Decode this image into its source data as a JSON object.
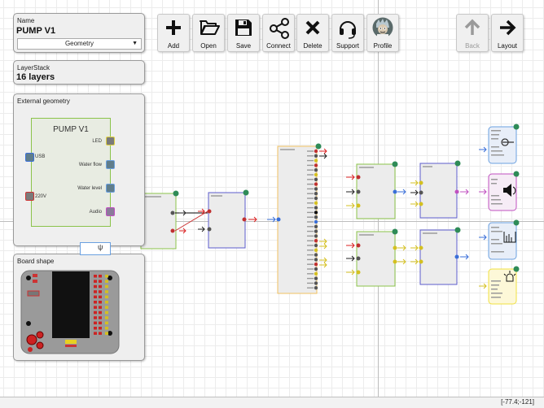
{
  "name_panel": {
    "label": "Name",
    "value": "PUMP V1",
    "geometry_option": "Geometry"
  },
  "layerstack_panel": {
    "label": "LayerStack",
    "value": "16 layers"
  },
  "external_geometry": {
    "label": "External geometry",
    "device_title": "PUMP V1",
    "pins": {
      "usb": "USB",
      "v220": "220V",
      "led": "LED",
      "water_flow": "Water flow",
      "water_level": "Water level",
      "audio": "Audio"
    }
  },
  "board_shape": {
    "label": "Board shape"
  },
  "toolbar": {
    "add": "Add",
    "open": "Open",
    "save": "Save",
    "connect": "Connect",
    "delete": "Delete",
    "support": "Support",
    "profile": "Profile",
    "back": "Back",
    "layout": "Layout"
  },
  "status": {
    "coordinates": "[-77.4;-121]"
  },
  "colors": {
    "accent_green": "#2e8b57",
    "node_green": "#8bc34a",
    "node_blue": "#5c5ccc",
    "node_yellow": "#f0c060"
  }
}
